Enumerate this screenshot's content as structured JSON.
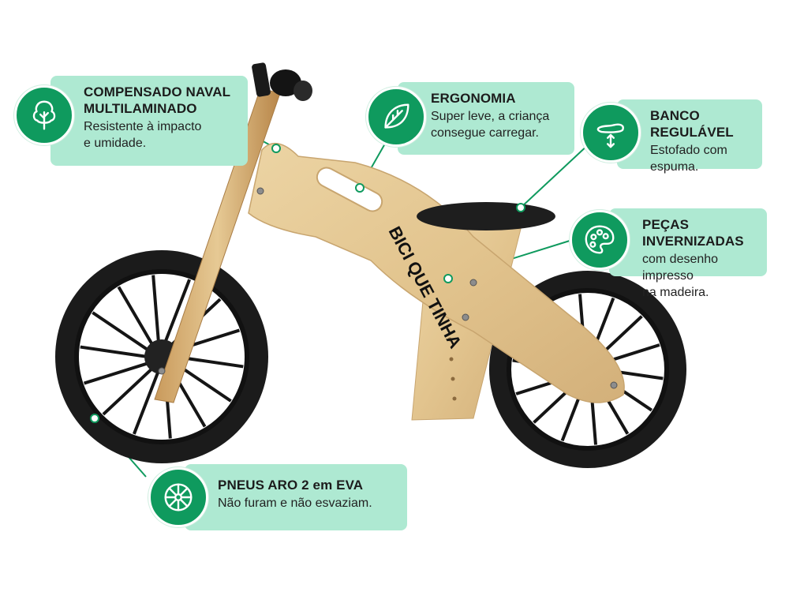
{
  "colors": {
    "accent_green": "#0f9a5e",
    "callout_bg": "#aee9d2",
    "wood": "#e2c48e",
    "tire": "#1c1c1c"
  },
  "brand_logo": {
    "text": "BICI QUE TINHA"
  },
  "callouts": {
    "compensado": {
      "icon": "tree-icon",
      "title": "COMPENSADO NAVAL\nMULTILAMINADO",
      "desc": "Resistente à impacto\ne umidade."
    },
    "ergonomia": {
      "icon": "leaf-icon",
      "title": "ERGONOMIA",
      "desc": "Super leve, a criança\nconsegue carregar."
    },
    "banco": {
      "icon": "adjustable-seat-icon",
      "title": "BANCO REGULÁVEL",
      "desc": "Estofado com espuma."
    },
    "pecas": {
      "icon": "paint-palette-icon",
      "title": "PEÇAS INVERNIZADAS",
      "desc": "com desenho impresso\nna madeira."
    },
    "pneus": {
      "icon": "wheel-icon",
      "title": "PNEUS ARO 2 em EVA",
      "desc": "Não furam e não esvaziam."
    }
  }
}
